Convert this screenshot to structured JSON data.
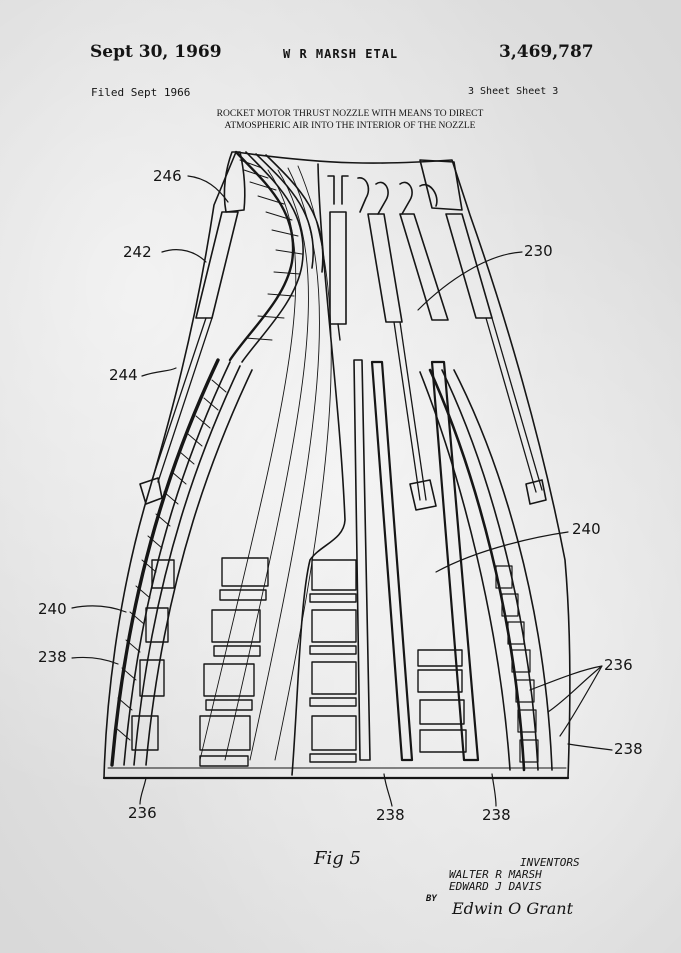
{
  "header": {
    "date": "Sept 30, 1969",
    "inventors_header": "W R MARSH ETAL",
    "patent_number": "3,469,787",
    "filed": "Filed Sept    1966",
    "sheet": "3 Sheet  Sheet 3"
  },
  "title": {
    "line1": "ROCKET MOTOR THRUST NOZZLE WITH MEANS TO DIRECT",
    "line2": "ATMOSPHERIC AIR INTO THE INTERIOR OF THE NOZZLE"
  },
  "reference_numerals": {
    "r246": "246",
    "r242": "242",
    "r244": "244",
    "r230": "230",
    "r240_right": "240",
    "r240_left": "240",
    "r238_left": "238",
    "r236_right": "236",
    "r238_right": "238",
    "r236_bottom": "236",
    "r238_bottom": "238",
    "r238_bottom2": "238"
  },
  "figure_label": "Fig 5",
  "inventors": {
    "heading": "INVENTORS",
    "name1": "WALTER R MARSH",
    "name2": "EDWARD J DAVIS",
    "by": "BY",
    "attorney_signature": "Edwin O Grant"
  }
}
